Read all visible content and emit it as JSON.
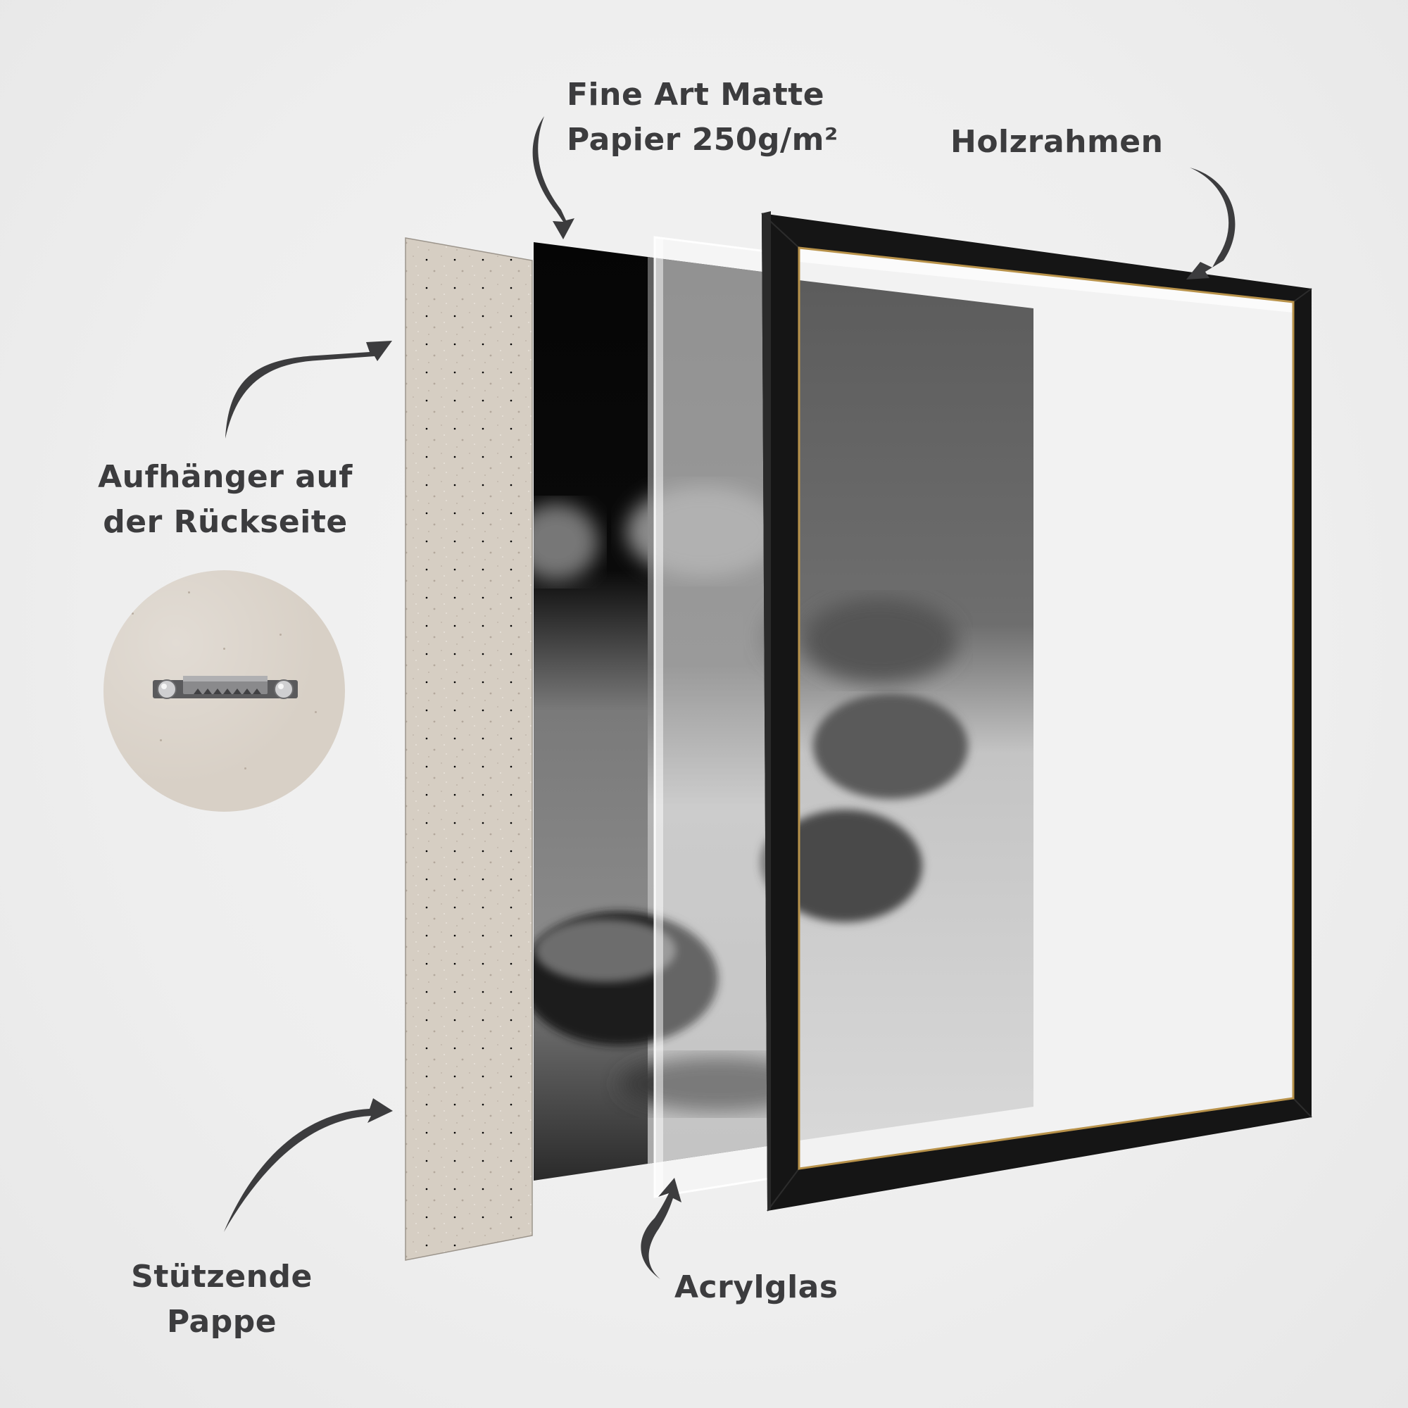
{
  "labels": {
    "paper": {
      "line1": "Fine Art Matte",
      "line2": "Papier 250g/m²"
    },
    "frame": {
      "line1": "Holzrahmen"
    },
    "hanger": {
      "line1": "Aufhänger auf",
      "line2": "der Rückseite"
    },
    "backing": {
      "line1": "Stützende",
      "line2": "Pappe"
    },
    "acrylic": {
      "line1": "Acrylglas"
    }
  },
  "layers": [
    {
      "id": "backing-board",
      "name": "Stützende Pappe",
      "color": "#d6cec3"
    },
    {
      "id": "print",
      "name": "Fine Art Matte Papier 250g/m²",
      "color": "#0a0a0a"
    },
    {
      "id": "acrylic-glass",
      "name": "Acrylglas",
      "color": "#ffffff"
    },
    {
      "id": "wood-frame",
      "name": "Holzrahmen",
      "color": "#151515"
    }
  ],
  "colors": {
    "background": "#eeeeee",
    "text": "#3c3c3e",
    "arrow": "#3c3c3e",
    "frame": "#151515",
    "frame_inner_edge": "#b8924a",
    "cardboard": "#d6cec3"
  }
}
